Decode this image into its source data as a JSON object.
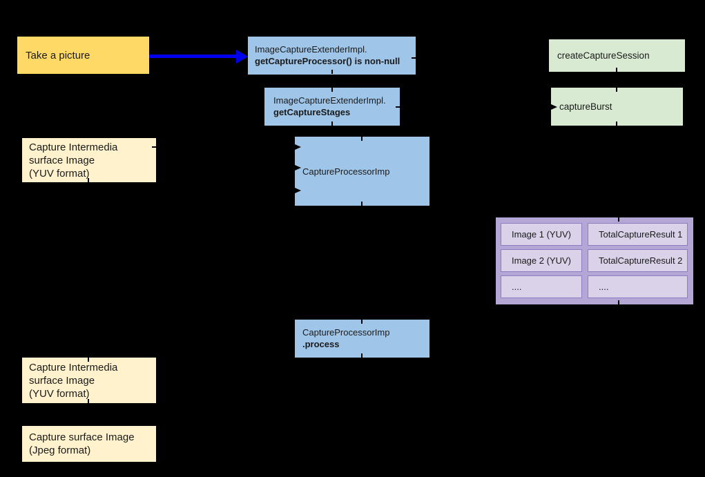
{
  "canvas": {
    "background": "#000000",
    "text_color": "#1a1a1a"
  },
  "arrow": {
    "description": "take-picture-to-get-capture-processor",
    "color": "#0000ee"
  },
  "nodes": {
    "take_picture": {
      "label": "Take a picture",
      "bg": "#ffd966"
    },
    "get_capture_processor": {
      "line1": "ImageCaptureExtenderImpl.",
      "line2": "getCaptureProcessor() is non-null",
      "bg": "#9fc5e8"
    },
    "create_capture_session": {
      "label": "createCaptureSession",
      "bg": "#d9ead3"
    },
    "get_capture_stages": {
      "line1": "ImageCaptureExtenderImpl.",
      "line2": "getCaptureStages",
      "bg": "#9fc5e8"
    },
    "capture_burst": {
      "label": "captureBurst",
      "bg": "#d9ead3"
    },
    "capture_intermedia_top": {
      "line1": "Capture Intermedia",
      "line2": "surface Image",
      "line3": "(YUV format)",
      "bg": "#fff2cc"
    },
    "capture_processor_imp": {
      "label": "CaptureProcessorImp",
      "bg": "#9fc5e8"
    },
    "capture_processor_process": {
      "line1": "CaptureProcessorImp",
      "line2": ".process",
      "bg": "#9fc5e8"
    },
    "capture_intermedia_bottom": {
      "line1": "Capture Intermedia",
      "line2": "surface Image",
      "line3": "(YUV format)",
      "bg": "#fff2cc"
    },
    "capture_surface_jpeg": {
      "line1": "Capture surface Image",
      "line2": "(Jpeg format)",
      "bg": "#fff2cc"
    }
  },
  "result_table": {
    "bg": "#b4a7d6",
    "cell_bg": "#d9d2e9",
    "cell_border": "#8e7cc3",
    "rows": [
      [
        "Image 1 (YUV)",
        "TotalCaptureResult 1"
      ],
      [
        "Image 2 (YUV)",
        "TotalCaptureResult 2"
      ],
      [
        "....",
        "...."
      ]
    ]
  }
}
